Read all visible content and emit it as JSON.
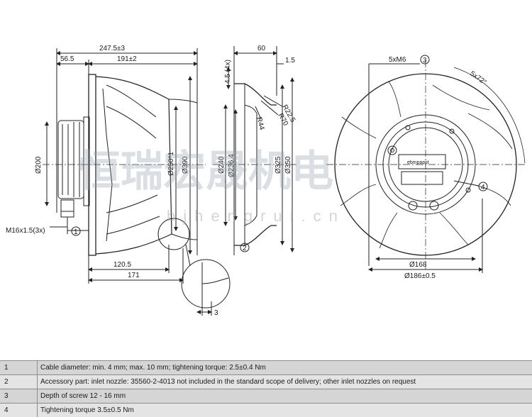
{
  "watermark": {
    "chinese": "恒瑞宏晟机电",
    "latin": "bjhengrui.cn"
  },
  "side_view": {
    "dims": {
      "overall_width": "247.5±3",
      "flange_depth": "191±2",
      "offset": "56.5",
      "width_120": "120.5",
      "width_171": "171",
      "dia_200": "Ø200",
      "dia_250": "Ø250*1",
      "dia_390": "Ø390",
      "thread": "M16x1.5(3x)",
      "detail_3": "3"
    },
    "callouts": [
      "1"
    ]
  },
  "nozzle_view": {
    "dims": {
      "nozzle_height": "4.5 (4x)",
      "depth_60": "60",
      "lip_1_5": "1.5",
      "r_22_5": "R22.5",
      "r_70": "R70",
      "r_44": "R44",
      "dia_240": "Ø240",
      "dia_236": "Ø236.4",
      "dia_325": "Ø325",
      "dia_350": "Ø350"
    },
    "callouts": [
      "2"
    ]
  },
  "front_view": {
    "dims": {
      "bolts": "5xM6",
      "angle": "5x72°",
      "dia_168": "Ø168",
      "dia_186": "Ø186±0.5"
    },
    "label_brand": "ebmpapst",
    "callouts": [
      "3",
      "4"
    ]
  },
  "notes": [
    {
      "num": "1",
      "text": "Cable diameter: min. 4 mm; max. 10 mm; tightening torque: 2.5±0.4 Nm"
    },
    {
      "num": "2",
      "text": "Accessory part: inlet nozzle: 35560-2-4013 not included in the standard scope of delivery; other inlet nozzles on request"
    },
    {
      "num": "3",
      "text": "Depth of screw 12 - 16 mm"
    },
    {
      "num": "4",
      "text": "Tightening torque 3.5±0.5 Nm"
    }
  ]
}
